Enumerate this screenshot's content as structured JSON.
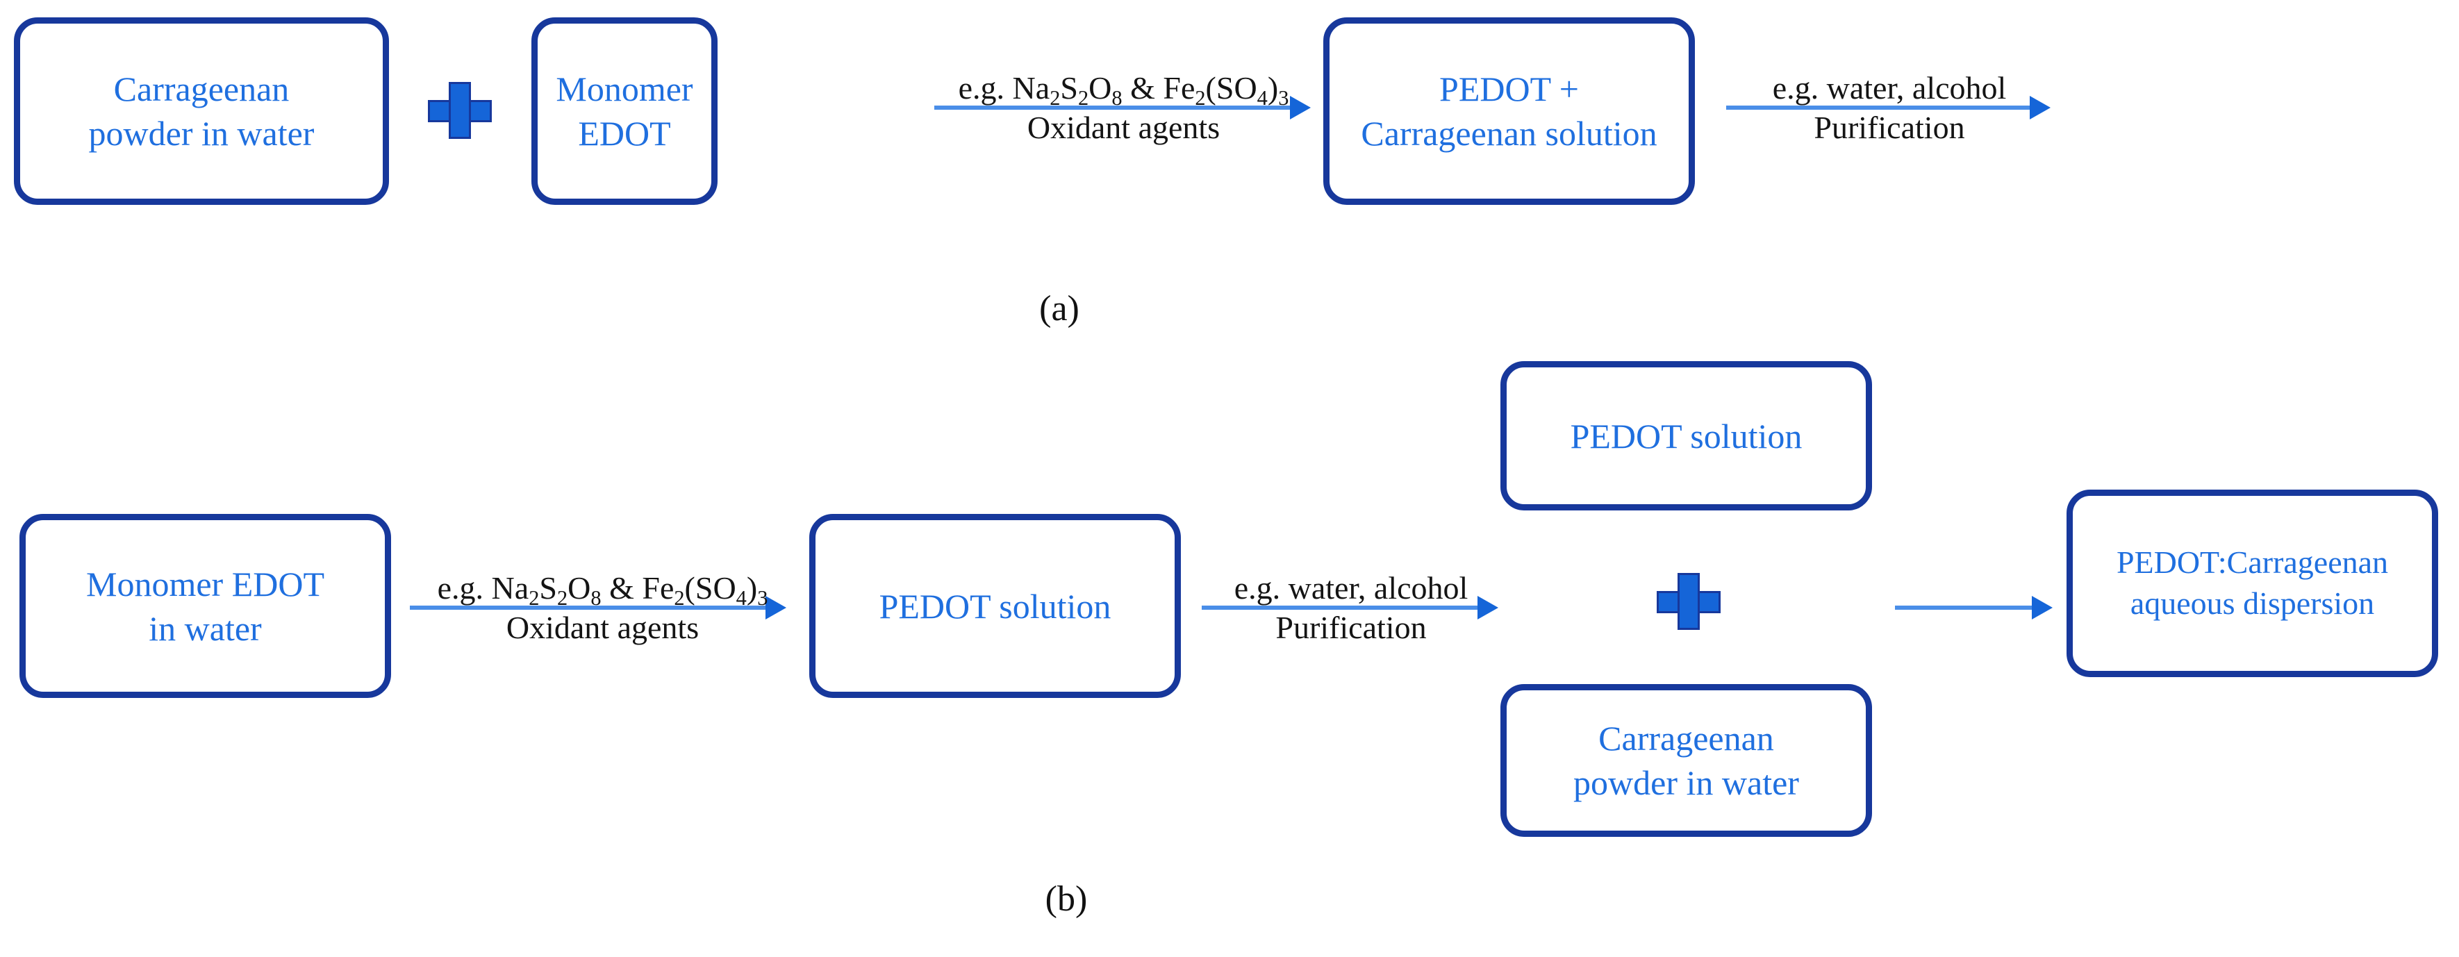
{
  "figure": {
    "panels": [
      {
        "id": "a",
        "caption": "(a)",
        "nodes": [
          {
            "name": "carrageenan-powder-in-water",
            "text": "Carrageenan\npowder in water"
          },
          {
            "name": "monomer-edot",
            "text": "Monomer EDOT"
          },
          {
            "name": "pedot-carrageenan-solution",
            "text": "PEDOT +\nCarrageenan solution"
          }
        ],
        "operators": [
          {
            "name": "plus-sign",
            "symbol": "+"
          }
        ],
        "arrows": [
          {
            "name": "oxidative-polymerization-arrow",
            "label_top": "e.g. Na2S2O8 & Fe2(SO4)3",
            "label_top_html": "e.g. Na<sub>2</sub>S<sub>2</sub>O<sub>8</sub> &amp; Fe<sub>2</sub>(SO<sub>4</sub>)<sub>3</sub>",
            "label_bottom": "Oxidant agents"
          },
          {
            "name": "purification-arrow",
            "label_top": "e.g. water, alcohol",
            "label_top_html": "e.g. water, alcohol",
            "label_bottom": "Purification"
          }
        ]
      },
      {
        "id": "b",
        "caption": "(b)",
        "nodes": [
          {
            "name": "monomer-edot-in-water",
            "text": "Monomer EDOT\nin water"
          },
          {
            "name": "pedot-solution",
            "text": "PEDOT solution"
          },
          {
            "name": "pedot-solution-upper",
            "text": "PEDOT solution"
          },
          {
            "name": "carrageenan-powder-in-water",
            "text": "Carrageenan\npowder in water"
          },
          {
            "name": "pedot-carrageenan-aqueous-dispersion",
            "text": "PEDOT:Carrageenan\naqueous dispersion"
          }
        ],
        "operators": [
          {
            "name": "plus-sign",
            "symbol": "+"
          }
        ],
        "arrows": [
          {
            "name": "oxidative-polymerization-arrow",
            "label_top": "e.g. Na2S2O8 & Fe2(SO4)3",
            "label_top_html": "e.g. Na<sub>2</sub>S<sub>2</sub>O<sub>8</sub> &amp; Fe<sub>2</sub>(SO<sub>4</sub>)<sub>3</sub>",
            "label_bottom": "Oxidant agents"
          },
          {
            "name": "purification-arrow",
            "label_top": "e.g. water, alcohol",
            "label_top_html": "e.g. water, alcohol",
            "label_bottom": "Purification"
          },
          {
            "name": "mixing-arrow",
            "label_top": "",
            "label_top_html": "",
            "label_bottom": ""
          }
        ]
      }
    ],
    "colors": {
      "box_border": "#17389c",
      "box_text": "#1f6fdf",
      "plus_fill": "#1565d8",
      "arrow_shaft": "#4a8ee8",
      "arrow_head": "#1565d8",
      "label_text": "#141414",
      "background": "#ffffff"
    }
  }
}
